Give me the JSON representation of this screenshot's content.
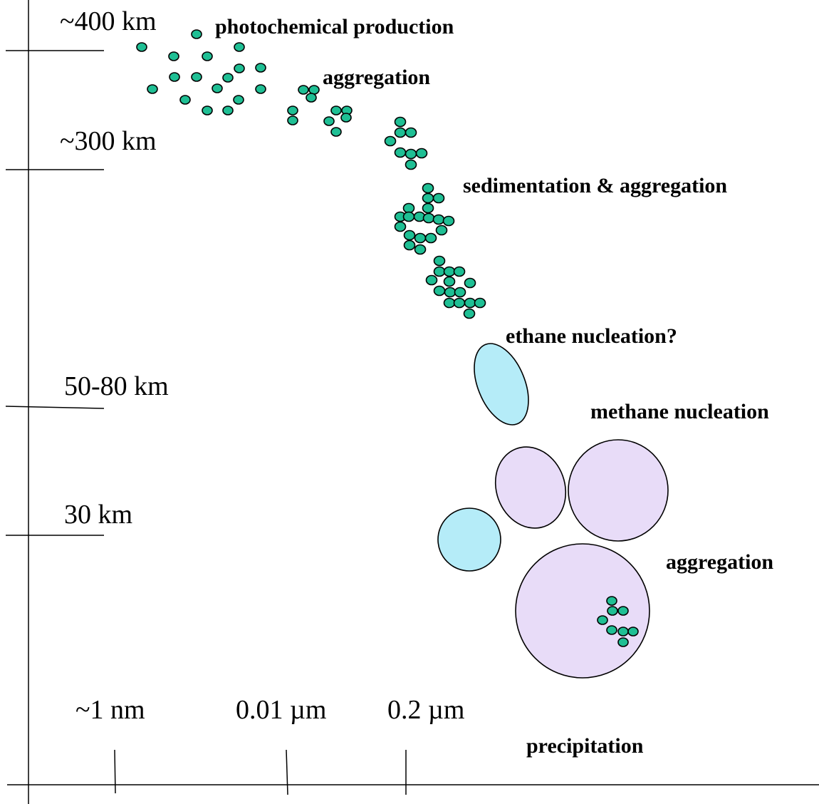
{
  "altitudes": [
    {
      "label": "~400 km"
    },
    {
      "label": "~300 km"
    },
    {
      "label": "50-80 km"
    },
    {
      "label": "30 km"
    }
  ],
  "sizes": [
    {
      "label": "~1 nm"
    },
    {
      "label": "0.01 µm"
    },
    {
      "label": "0.2 µm"
    }
  ],
  "processes": [
    {
      "label": "photochemical production"
    },
    {
      "label": "aggregation"
    },
    {
      "label": "sedimentation & aggregation"
    },
    {
      "label": "ethane nucleation?"
    },
    {
      "label": "methane nucleation"
    },
    {
      "label": "aggregation"
    },
    {
      "label": "precipitation"
    }
  ],
  "colors": {
    "haze_particle": "#1fbf94",
    "ethane_droplet": "#b5ecf8",
    "methane_droplet": "#e8dcf8"
  }
}
